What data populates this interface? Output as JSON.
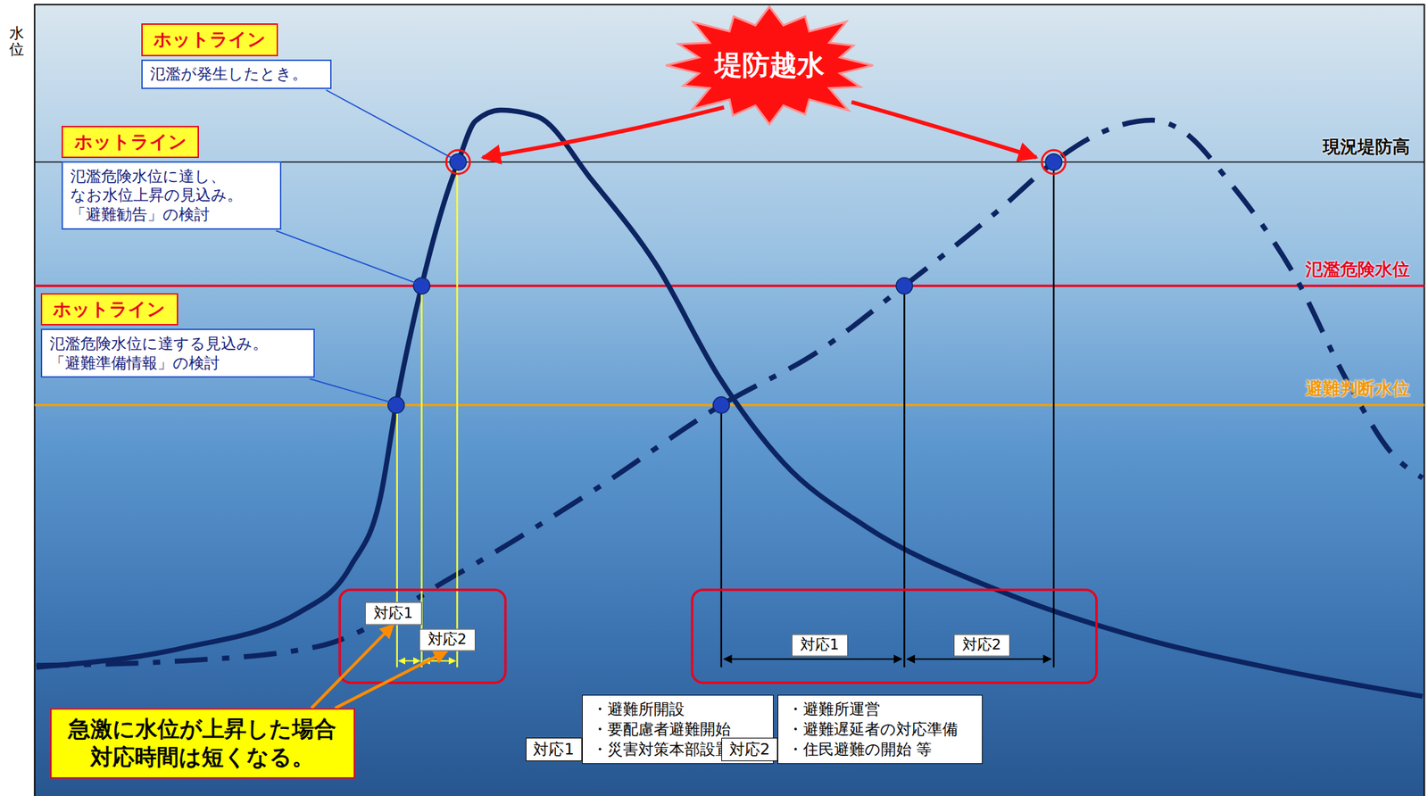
{
  "diagram": {
    "nodes": [
      {
        "text": [
          "ホットライン",
          "氾濫が発生したとき。"
        ]
      },
      {
        "text": [
          "ホットライン",
          "氾濫危険水位に達し、 なお水位上昇の見込み。 「避難勧告」の検討"
        ]
      },
      {
        "text": [
          "ホットライン",
          "氾濫危険水位に達する見込み。 「避難準備情報」の検討"
        ]
      },
      {
        "text": [
          "堤防越水"
        ]
      },
      {
        "text": [
          "対応1"
        ]
      },
      {
        "text": [
          "対応2"
        ]
      },
      {
        "text": [
          "対応1"
        ]
      },
      {
        "text": [
          "対応2"
        ]
      },
      {
        "text": [
          "急激に水位が上昇した場合 対応時間は短くなる。"
        ]
      },
      {
        "text": [
          "対応1",
          "・避難所開設",
          "・要配慮者避難開始",
          "・災害対策本部設置 等"
        ]
      },
      {
        "text": [
          "対応2",
          "・避難所運営",
          "・避難遅延者の対応準備",
          "・住民避難の開始 等"
        ]
      }
    ],
    "edges": [
      {
        "from": 8,
        "to": 4,
        "arrow": "to"
      },
      {
        "from": 8,
        "to": 5,
        "arrow": "to"
      }
    ],
    "labels": [
      "水位",
      "現況堤防高",
      "氾濫危険水位",
      "避難判断水位"
    ]
  }
}
